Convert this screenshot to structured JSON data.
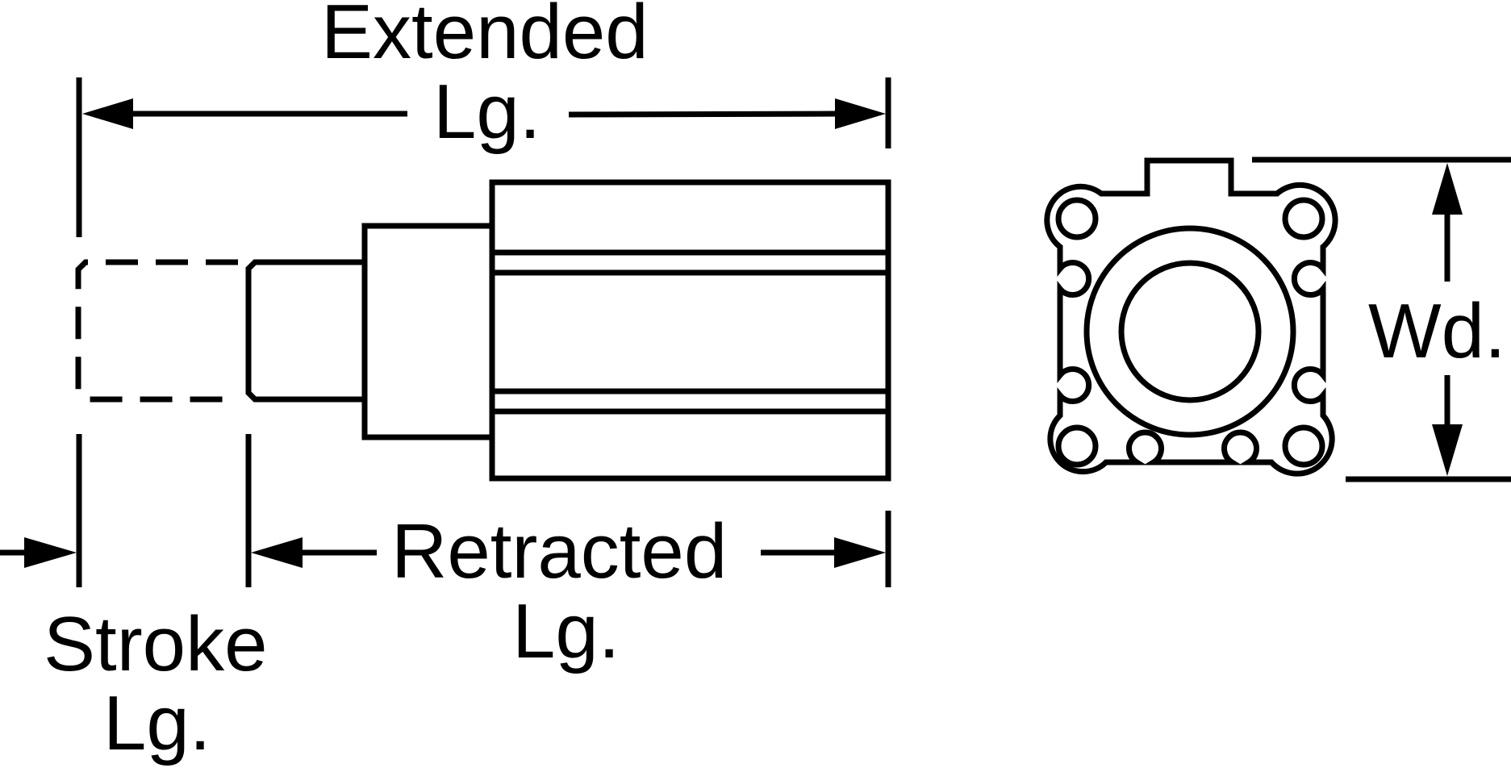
{
  "labels": {
    "extended_line1": "Extended",
    "extended_line2": "Lg.",
    "retracted_line1": "Retracted",
    "retracted_line2": "Lg.",
    "stroke_line1": "Stroke",
    "stroke_line2": "Lg.",
    "width": "Wd."
  },
  "colors": {
    "line": "#000000",
    "background": "#ffffff"
  }
}
